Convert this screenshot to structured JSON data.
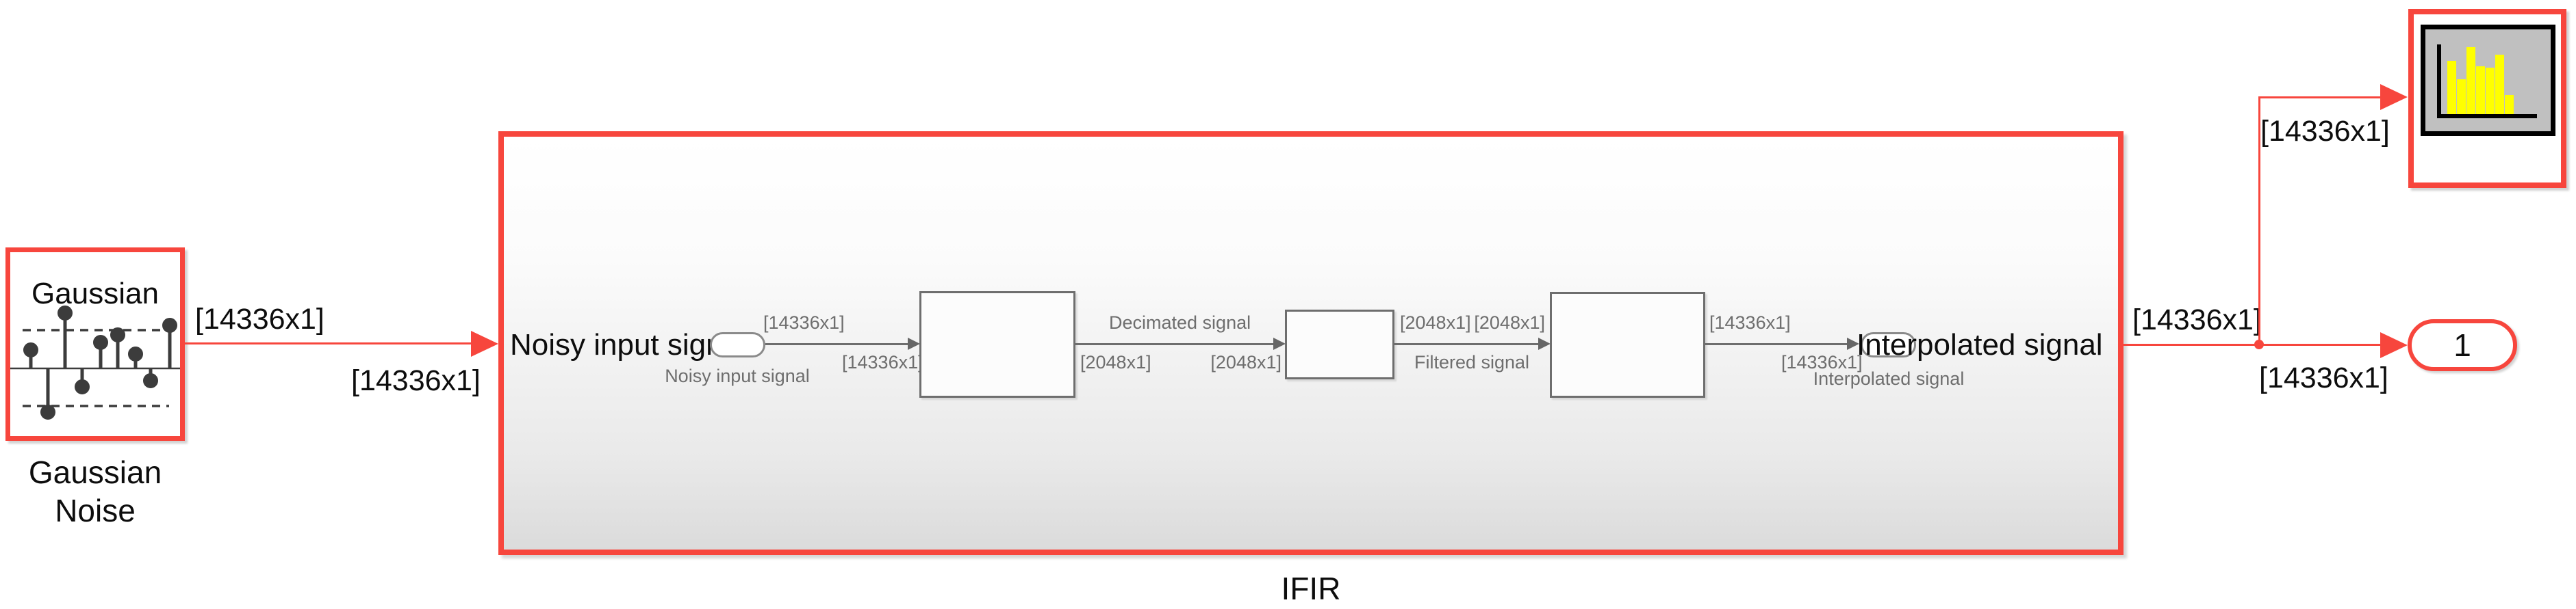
{
  "source": {
    "title": "Gaussian",
    "name_line1": "Gaussian",
    "name_line2": "Noise"
  },
  "signals": {
    "src_dim_above": "[14336x1]",
    "src_dim_below": "[14336x1]",
    "ifir_out_dim": "[14336x1]",
    "outport_dim": "[14336x1]",
    "scope_dim": "[14336x1]"
  },
  "ifir": {
    "name": "IFIR",
    "input_big_label": "Noisy input signal",
    "output_big_label": "Interpolated signal",
    "inport": {
      "name": "Noisy input signal",
      "dim_above": "[14336x1]",
      "dim_below": "[14336x1]"
    },
    "conn_decimated": {
      "label": "Decimated signal",
      "dim_src": "[2048x1]",
      "dim_dst": "[2048x1]"
    },
    "conn_filtered": {
      "label": "Filtered signal",
      "dim_src": "[2048x1]",
      "dim_dst": "[2048x1]"
    },
    "outport": {
      "name": "Interpolated signal",
      "dim_above": "[14336x1]",
      "dim_below": "[14336x1]"
    }
  },
  "outport": {
    "label": "1"
  },
  "icons": {
    "source_icon": "gaussian-stem-icon",
    "scope_icon": "histogram-icon",
    "scope_bar_color": "#ffff00",
    "scope_panel_color": "#c0c0c0"
  },
  "colors": {
    "highlight_red": "#f7463d",
    "gray_annotation": "#6e6e6e",
    "background": "#ffffff"
  }
}
